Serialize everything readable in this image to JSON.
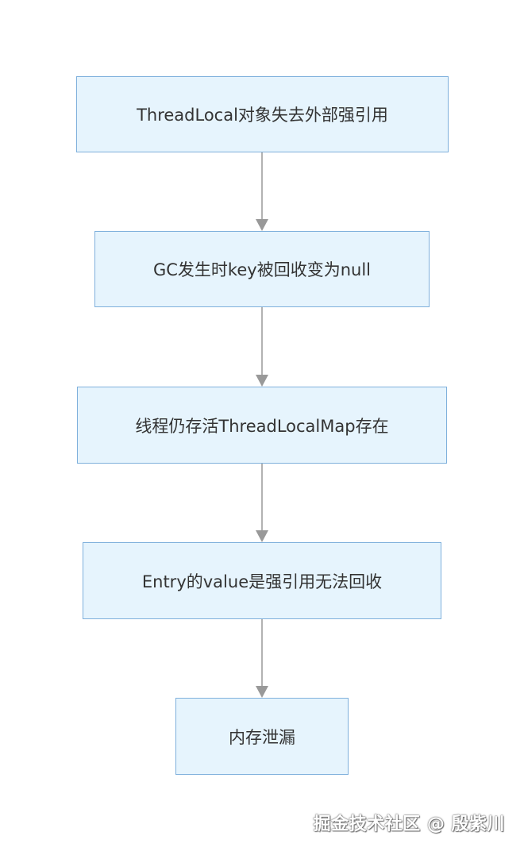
{
  "nodes": [
    {
      "id": "n1",
      "label": "ThreadLocal对象失去外部强引用"
    },
    {
      "id": "n2",
      "label": "GC发生时key被回收变为null"
    },
    {
      "id": "n3",
      "label": "线程仍存活ThreadLocalMap存在"
    },
    {
      "id": "n4",
      "label": "Entry的value是强引用无法回收"
    },
    {
      "id": "n5",
      "label": "内存泄漏"
    }
  ],
  "edges": [
    {
      "from": "n1",
      "to": "n2"
    },
    {
      "from": "n2",
      "to": "n3"
    },
    {
      "from": "n3",
      "to": "n4"
    },
    {
      "from": "n4",
      "to": "n5"
    }
  ],
  "colors": {
    "node_fill": "#e6f4fd",
    "node_border": "#7fb0dc",
    "edge": "#999999",
    "text": "#333333"
  },
  "watermark": "掘金技术社区 @ 殷紫川"
}
